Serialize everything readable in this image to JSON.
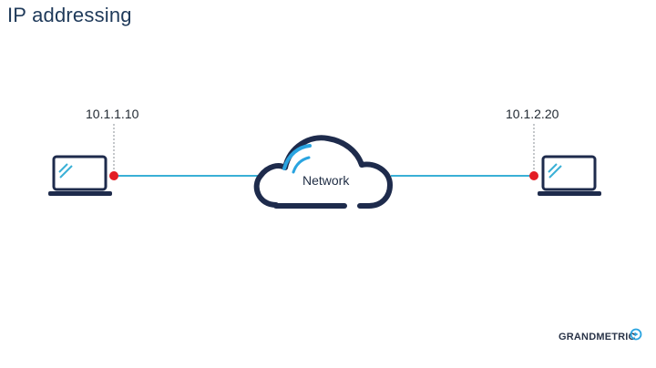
{
  "title": "IP addressing",
  "left_host": {
    "ip": "10.1.1.10"
  },
  "right_host": {
    "ip": "10.1.2.20"
  },
  "network": {
    "label": "Network"
  },
  "logo": {
    "text": "GRANDMETRIC",
    "subtitle": ""
  },
  "colors": {
    "title": "#1f3a5a",
    "outline": "#1e2b4c",
    "link": "#3ab0d6",
    "endpoint": "#e31d24",
    "leader": "#8a8f96",
    "accent": "#2aa4e0"
  },
  "icons": [
    "laptop-icon",
    "cloud-icon",
    "wifi-arc-icon",
    "grandmetric-logo-icon"
  ]
}
